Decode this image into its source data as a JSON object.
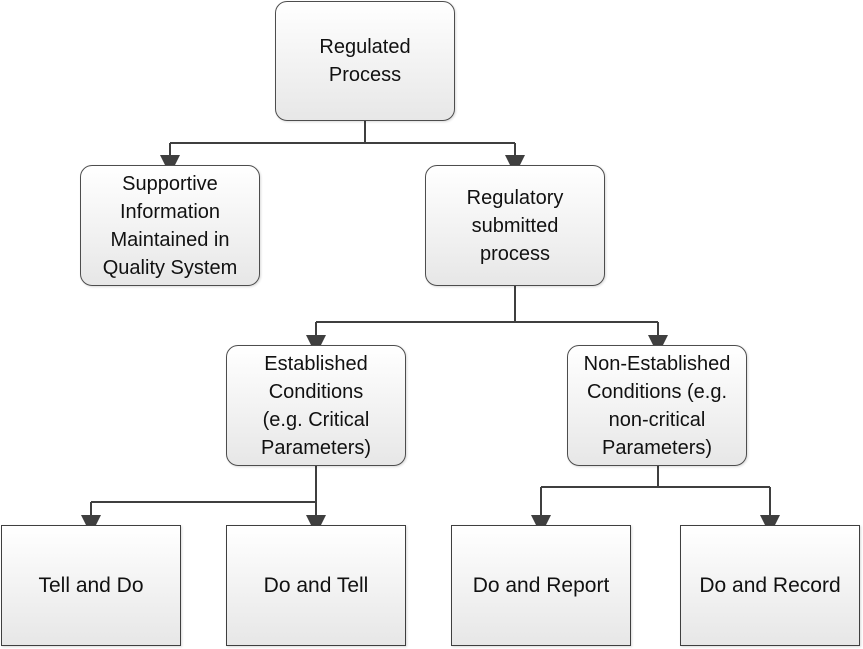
{
  "nodes": {
    "regulated_process": "Regulated\nProcess",
    "supportive_information": "Supportive\nInformation\nMaintained in\nQuality System",
    "regulatory_submitted_process": "Regulatory\nsubmitted\nprocess",
    "established_conditions": "Established\nConditions\n(e.g. Critical\nParameters)",
    "non_established_conditions": "Non-Established\nConditions (e.g.\nnon-critical\nParameters)",
    "tell_and_do": "Tell and Do",
    "do_and_tell": "Do and Tell",
    "do_and_report": "Do and Report",
    "do_and_record": "Do and Record"
  }
}
